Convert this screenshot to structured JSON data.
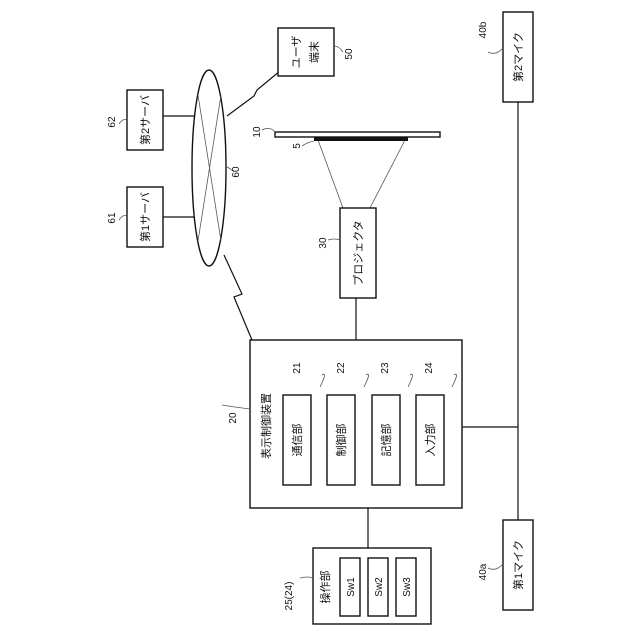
{
  "nodes": {
    "display_control": {
      "label": "表示制御装置",
      "ref": "20"
    },
    "comm": {
      "label": "通信部",
      "ref": "21"
    },
    "control": {
      "label": "制御部",
      "ref": "22"
    },
    "storage": {
      "label": "記憶部",
      "ref": "23"
    },
    "input": {
      "label": "入力部",
      "ref": "24"
    },
    "operation": {
      "label": "操作部",
      "ref": "25(24)"
    },
    "sw1": {
      "label": "Sw1"
    },
    "sw2": {
      "label": "Sw2"
    },
    "sw3": {
      "label": "Sw3"
    },
    "projector": {
      "label": "プロジェクタ",
      "ref": "30"
    },
    "screen": {
      "ref": "10"
    },
    "projection_image": {
      "ref": "5"
    },
    "network": {
      "ref": "60"
    },
    "server1": {
      "label": "第1サーバ",
      "ref": "61"
    },
    "server2": {
      "label": "第2サーバ",
      "ref": "62"
    },
    "user_terminal": {
      "label_line1": "ユーザ",
      "label_line2": "端末",
      "ref": "50"
    },
    "mic1": {
      "label": "第1マイク",
      "ref": "40a"
    },
    "mic2": {
      "label": "第2マイク",
      "ref": "40b"
    }
  }
}
